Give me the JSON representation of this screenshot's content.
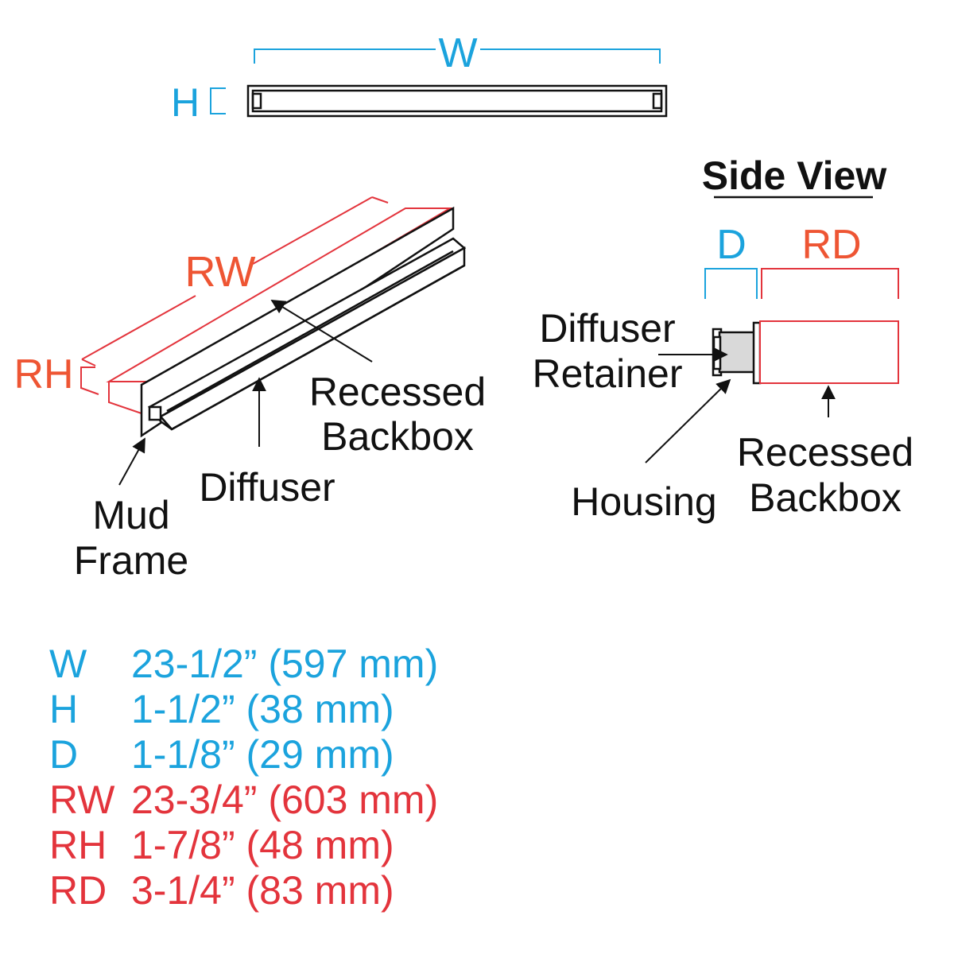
{
  "colors": {
    "blue": "#1ba3dd",
    "red": "#e3343c",
    "orange": "#ee5533",
    "line": "#111111",
    "backbox_fill": "#f2f2f2",
    "retainer_fill": "#d9d9d9"
  },
  "front_view": {
    "width_label": "W",
    "height_label": "H"
  },
  "iso_view": {
    "rw_label": "RW",
    "rh_label": "RH",
    "recessed_backbox": [
      "Recessed",
      "Backbox"
    ],
    "diffuser": "Diffuser",
    "mud_frame": [
      "Mud",
      "Frame"
    ]
  },
  "side_view": {
    "title": "Side View",
    "d_label": "D",
    "rd_label": "RD",
    "diffuser_retainer": [
      "Diffuser",
      "Retainer"
    ],
    "housing": "Housing",
    "recessed_backbox": [
      "Recessed",
      "Backbox"
    ]
  },
  "specs": [
    {
      "code": "W",
      "value": "23-1/2” (597 mm)",
      "color": "#1ba3dd"
    },
    {
      "code": "H",
      "value": "1-1/2” (38 mm)",
      "color": "#1ba3dd"
    },
    {
      "code": "D",
      "value": "1-1/8” (29 mm)",
      "color": "#1ba3dd"
    },
    {
      "code": "RW",
      "value": "23-3/4” (603 mm)",
      "color": "#e3343c"
    },
    {
      "code": "RH",
      "value": "1-7/8” (48 mm)",
      "color": "#e3343c"
    },
    {
      "code": "RD",
      "value": "3-1/4” (83 mm)",
      "color": "#e3343c"
    }
  ]
}
